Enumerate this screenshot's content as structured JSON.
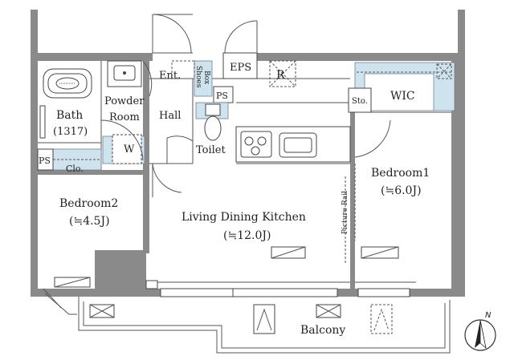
{
  "rooms": {
    "ent": "Ent.",
    "shoes_box_line1": "Shoes",
    "shoes_box_line2": "Box",
    "eps": "EPS",
    "r": "R",
    "ps_top": "PS",
    "wic": "WIC",
    "sto": "Sto.",
    "bath": "Bath",
    "bath_size": "(1317)",
    "powder_room_line1": "Powder",
    "powder_room_line2": "Room",
    "hall": "Hall",
    "toilet": "Toilet",
    "w": "W",
    "ps_left": "PS",
    "clo": "Clo.",
    "bedroom2": "Bedroom2",
    "bedroom2_size": "(≒4.5J)",
    "ldk": "Living Dining Kitchen",
    "ldk_size": "(≒12.0J)",
    "picture_rail": "Picture Rail",
    "bedroom1": "Bedroom1",
    "bedroom1_size": "(≒6.0J)",
    "balcony": "Balcony"
  },
  "compass": {
    "north_label": "N"
  }
}
